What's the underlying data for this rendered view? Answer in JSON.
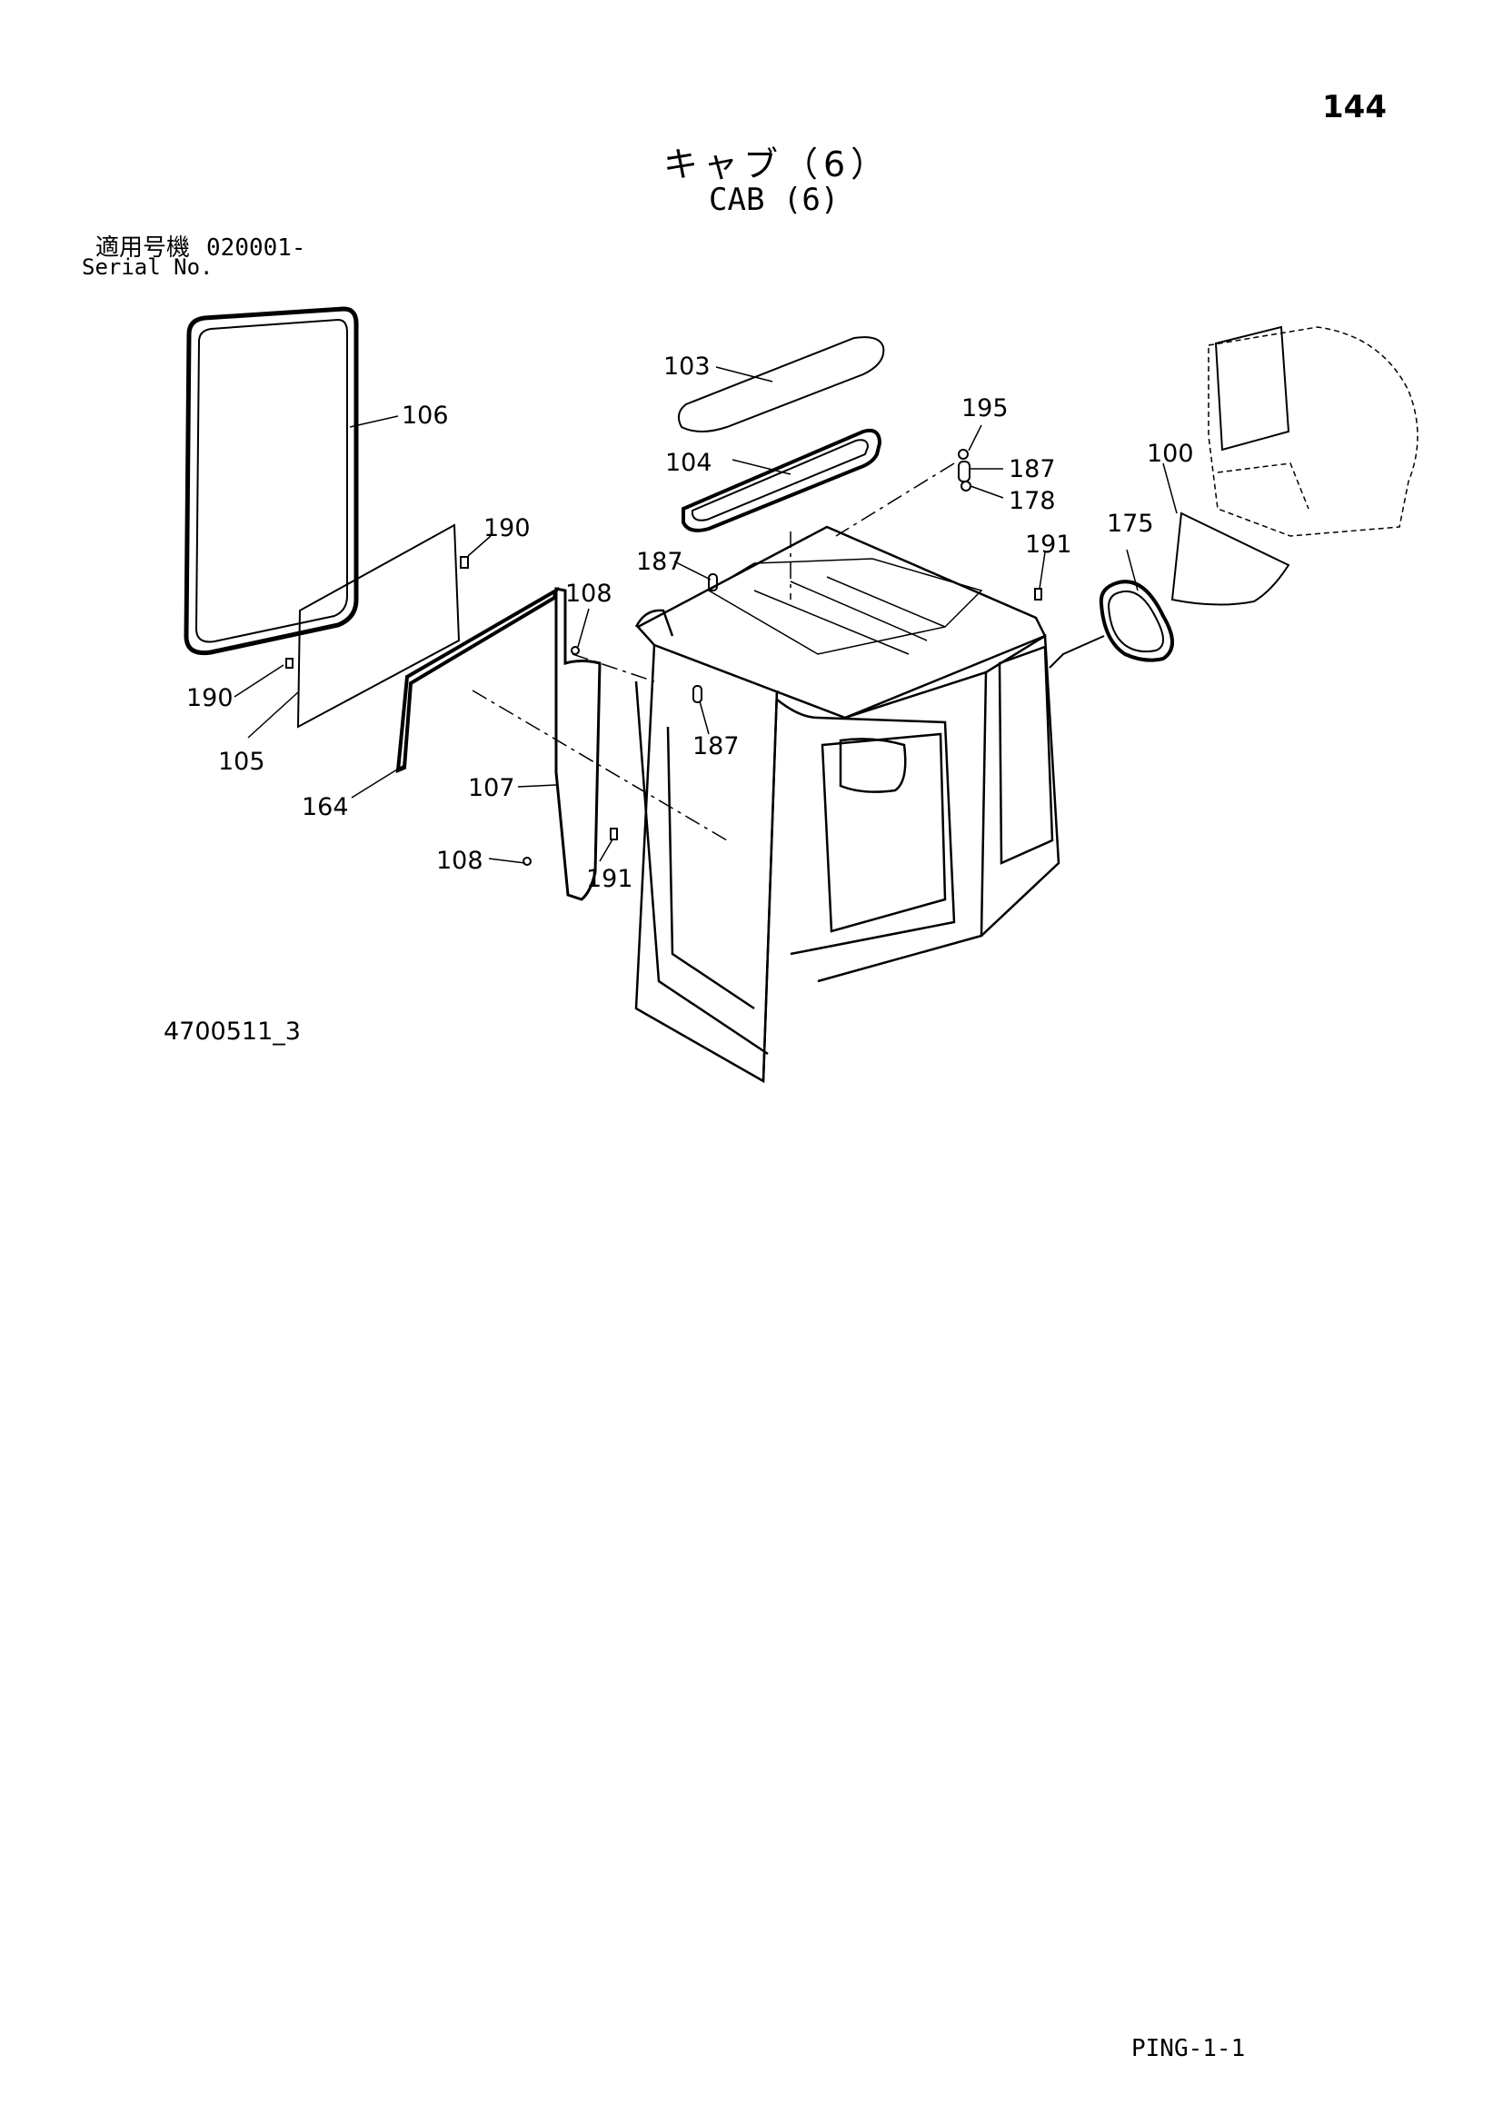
{
  "header": {
    "page_number": "144",
    "title_ja": "キャブ（6）",
    "title_en": "CAB (6)"
  },
  "serial": {
    "label_ja": "適用号機",
    "value": "020001-",
    "label_en": "Serial No."
  },
  "diagram": {
    "callouts": [
      "106",
      "103",
      "195",
      "104",
      "187",
      "100",
      "190",
      "178",
      "175",
      "187",
      "191",
      "108",
      "190",
      "187",
      "105",
      "107",
      "164",
      "108",
      "191"
    ]
  },
  "footer": {
    "drawing_id": "4700511_3",
    "page_code": "PING-1-1"
  }
}
